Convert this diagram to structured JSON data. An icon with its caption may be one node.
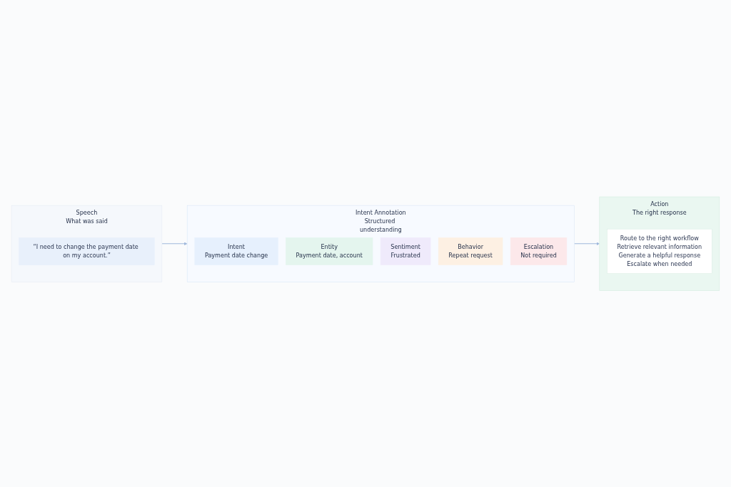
{
  "diagram": {
    "nodes": [
      {
        "text": [
          "Speech",
          "What was said"
        ]
      },
      {
        "text": [
          "“I need to change the payment date on my account.”"
        ],
        "in": 0
      },
      {
        "text": [
          "Intent Annotation",
          "Structured understanding"
        ]
      },
      {
        "text": [
          "Intent",
          "Payment date change"
        ],
        "in": 2
      },
      {
        "text": [
          "Entity",
          "Payment date, account"
        ],
        "in": 2
      },
      {
        "text": [
          "Sentiment",
          "Frustrated"
        ],
        "in": 2
      },
      {
        "text": [
          "Behavior",
          "Repeat request"
        ],
        "in": 2
      },
      {
        "text": [
          "Escalation",
          "Not required"
        ],
        "in": 2
      },
      {
        "text": [
          "Action",
          "The right response"
        ]
      },
      {
        "text": [
          "Route to the right workflow",
          "Retrieve relevant information",
          "Generate a helpful response",
          "Escalate when needed"
        ],
        "in": 8
      }
    ],
    "edges": [
      {
        "from": 0,
        "to": 2,
        "arrow": "to"
      },
      {
        "from": 2,
        "to": 8,
        "arrow": "to"
      }
    ]
  }
}
